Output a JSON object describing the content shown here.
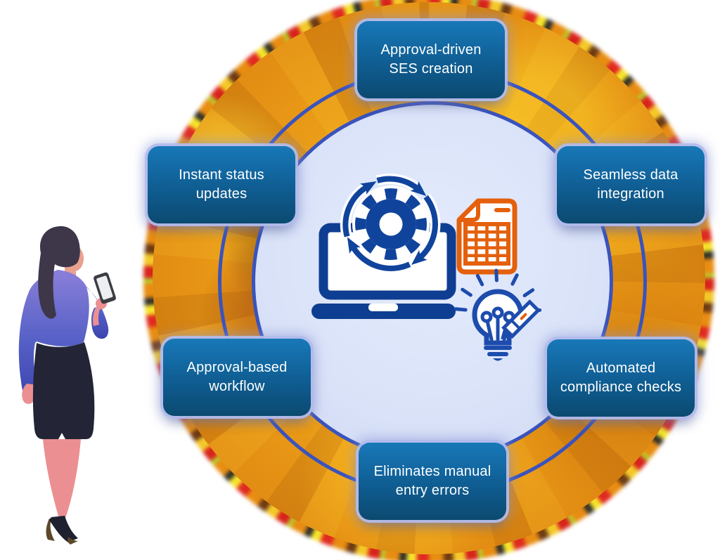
{
  "background_color": "#ffffff",
  "diagram": {
    "type": "circular-feature-diagram",
    "nodes": [
      {
        "id": "approval-driven-ses-creation",
        "position": "top",
        "label": "Approval-driven\nSES creation"
      },
      {
        "id": "instant-status-updates",
        "position": "upper-left",
        "label": "Instant status\nupdates"
      },
      {
        "id": "seamless-data-integration",
        "position": "upper-right",
        "label": "Seamless data\nintegration"
      },
      {
        "id": "approval-based-workflow",
        "position": "lower-left",
        "label": "Approval-based\nworkflow"
      },
      {
        "id": "automated-compliance-checks",
        "position": "lower-right",
        "label": "Automated\ncompliance checks"
      },
      {
        "id": "eliminates-manual-entry-errors",
        "position": "bottom",
        "label": "Eliminates manual\nentry errors"
      }
    ],
    "center_icons": [
      {
        "name": "laptop-sync-gear-icon"
      },
      {
        "name": "spreadsheet-document-icon"
      },
      {
        "name": "lightbulb-pencil-icon"
      }
    ],
    "illustration": {
      "name": "woman-holding-phone"
    },
    "colors": {
      "node_gradient_top": "#1878b8",
      "node_gradient_bottom": "#0b4a70",
      "node_glow": "#b2bcec",
      "ring_orange": "#e08a13",
      "circle_stroke": "#3a53bd",
      "inner_disc": "#d9e2f8",
      "icon_blue": "#10449c",
      "icon_orange": "#e4600d",
      "text_color": "#ffffff"
    }
  }
}
